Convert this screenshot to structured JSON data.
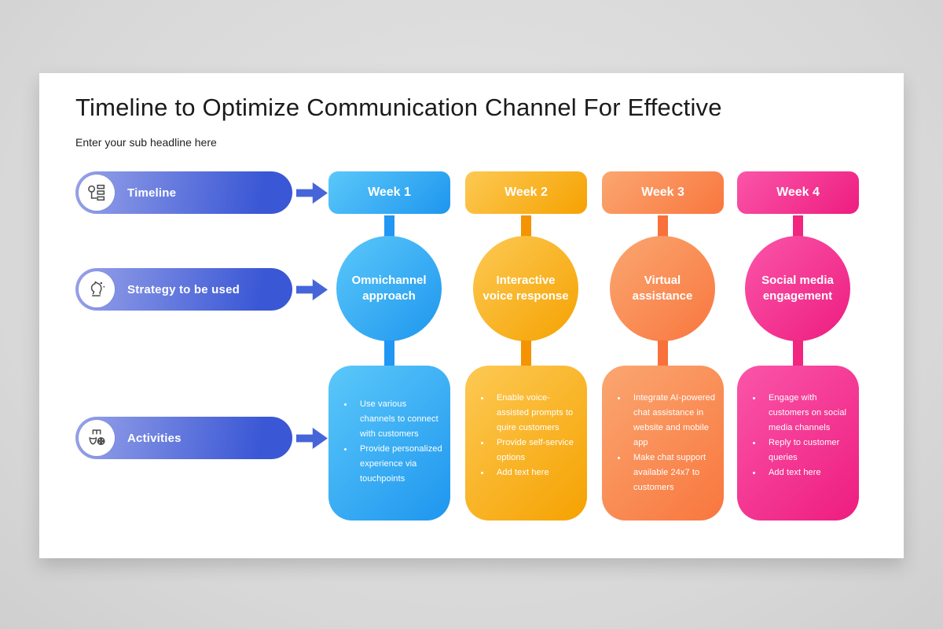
{
  "page": {
    "title": "Timeline to Optimize Communication Channel For Effective",
    "subtitle": "Enter your sub headline here"
  },
  "palette": {
    "pill_from": "#97A2E8",
    "pill_to": "#3A57D5",
    "arrow": "#4565D8"
  },
  "rows": [
    {
      "label": "Timeline",
      "icon": "timeline-icon"
    },
    {
      "label": "Strategy to be used",
      "icon": "strategy-icon"
    },
    {
      "label": "Activities",
      "icon": "activities-icon"
    }
  ],
  "columns": [
    {
      "week": "Week 1",
      "strategy": "Omnichannel approach",
      "activities": [
        "Use various channels to connect with customers",
        "Provide personalized experience via touchpoints"
      ],
      "colors": {
        "from": "#5BC8FA",
        "to": "#1E96EE",
        "connector": "#2196F3"
      }
    },
    {
      "week": "Week 2",
      "strategy": "Interactive voice response",
      "activities": [
        "Enable voice-assisted prompts to quire customers",
        "Provide self-service options",
        "Add text here"
      ],
      "colors": {
        "from": "#FDC954",
        "to": "#F5A201",
        "connector": "#F59300"
      }
    },
    {
      "week": "Week 3",
      "strategy": "Virtual assistance",
      "activities": [
        "Integrate AI-powered chat assistance in website and mobile app",
        "Make chat support available 24x7 to customers"
      ],
      "colors": {
        "from": "#FBA671",
        "to": "#F8773E",
        "connector": "#F8713A"
      }
    },
    {
      "week": "Week 4",
      "strategy": "Social media engagement",
      "activities": [
        "Engage with customers on social media channels",
        "Reply to customer queries",
        "Add text here"
      ],
      "colors": {
        "from": "#FA55A8",
        "to": "#EE1D80",
        "connector": "#F0267F"
      }
    }
  ]
}
